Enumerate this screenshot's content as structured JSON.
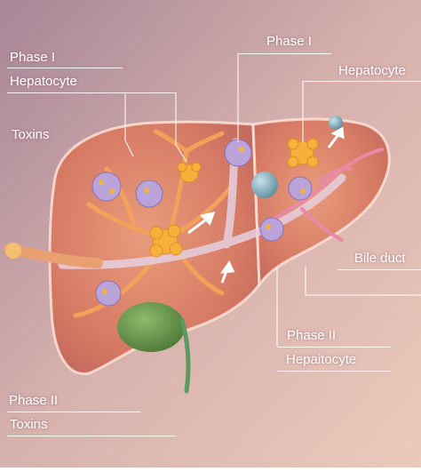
{
  "labels": {
    "phase1_left": "Phase I",
    "hepatocyte_left": "Hepatocyte",
    "toxins_top": "Toxins",
    "phase1_top": "Phase I",
    "hepatocyte_right": "Hepatocyte",
    "bile_duct": "Bile duct",
    "phase2_right": "Phase II",
    "hepaitocyte_right": "Hepaitocyte",
    "phase2_left": "Phase II",
    "toxins_bottom": "Toxins"
  },
  "colors": {
    "background_top": "#a98597",
    "background_bottom": "#ebcabb",
    "liver": "#d9826a",
    "vessel_orange": "#f2a05a",
    "cell_cluster": "#f5b13c",
    "enzyme_purple": "#b9a3d8",
    "gallbladder": "#5f8f45",
    "bile_duct_green": "#5a9a60"
  }
}
